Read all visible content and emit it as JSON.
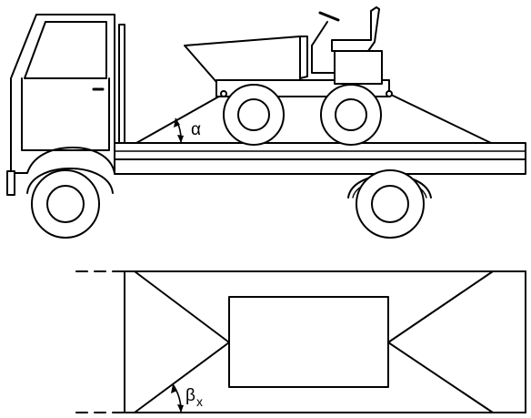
{
  "labels": {
    "alpha": "α",
    "beta": "β",
    "beta_sub": "x"
  }
}
